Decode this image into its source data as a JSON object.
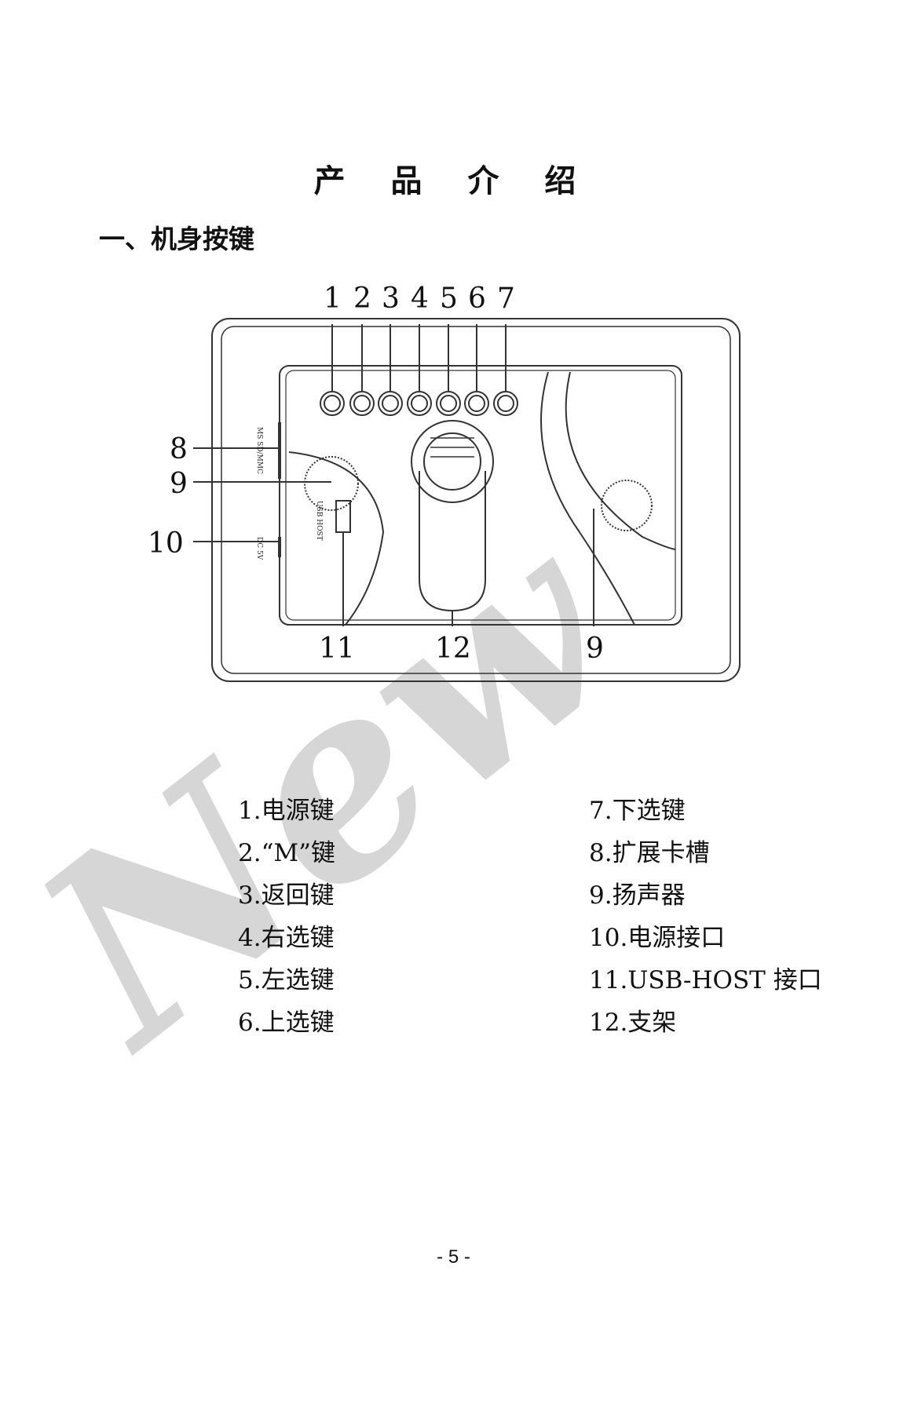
{
  "title": "产 品 介 绍",
  "section_heading": "一、机身按键",
  "watermark_text": "New",
  "diagram": {
    "top_callouts": [
      "1",
      "2",
      "3",
      "4",
      "5",
      "6",
      "7"
    ],
    "left_callouts": [
      "8",
      "9",
      "10"
    ],
    "bottom_callouts": [
      "11",
      "12",
      "9"
    ],
    "port_labels": {
      "card_slot": "MS SD/MMC",
      "usb": "USB HOST",
      "dc": "DC 5V"
    }
  },
  "legend_left": [
    "1.电源键",
    "2.“M”键",
    "3.返回键",
    "4.右选键",
    "5.左选键",
    "6.上选键"
  ],
  "legend_right": [
    "7.下选键",
    "8.扩展卡槽",
    "9.扬声器",
    "10.电源接口",
    "11.USB-HOST 接口",
    "12.支架"
  ],
  "page_number": "- 5 -"
}
